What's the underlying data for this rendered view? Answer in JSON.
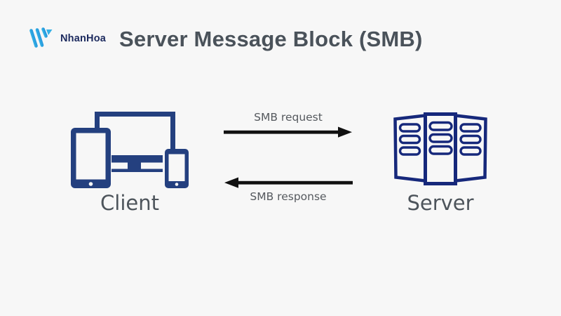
{
  "page": {
    "background_color": "#f7f7f7"
  },
  "header": {
    "brand": "NhanHoa",
    "brand_color": "#1c2a5e",
    "title": "Server Message Block (SMB)",
    "title_color": "#4a525a",
    "logo_gradient": [
      "#3ec9ee",
      "#1b7fd4"
    ]
  },
  "diagram": {
    "client": {
      "label": "Client",
      "icon": "client-devices-icon",
      "icon_color": "#24407f"
    },
    "server": {
      "label": "Server",
      "icon": "server-racks-icon",
      "icon_color": "#16287b"
    },
    "flows": [
      {
        "label": "SMB request",
        "direction": "client-to-server"
      },
      {
        "label": "SMB response",
        "direction": "server-to-client"
      }
    ],
    "arrow_color": "#111111",
    "label_color": "#4d545b"
  }
}
